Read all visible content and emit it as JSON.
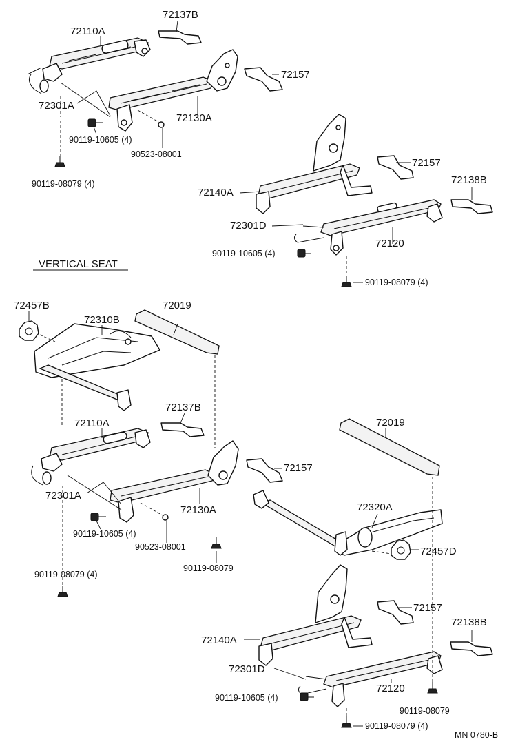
{
  "diagram": {
    "heading": "VERTICAL SEAT",
    "ref_code": "MN 0780-B",
    "labels": {
      "t_72137B": "72137B",
      "t_72110A": "72110A",
      "t_72157": "72157",
      "t_72301A": "72301A",
      "t_72130A": "72130A",
      "t_90119_10605": "90119-10605 (4)",
      "t_90523": "90523-08001",
      "t_90119_08079": "90119-08079 (4)",
      "t2_72157": "72157",
      "t2_72138B": "72138B",
      "t2_72140A": "72140A",
      "t2_72301D": "72301D",
      "t2_72120": "72120",
      "t2_90119_10605": "90119-10605 (4)",
      "t2_90119_08079": "90119-08079 (4)",
      "v_72457B": "72457B",
      "v_72310B": "72310B",
      "v_72019": "72019",
      "v_72137B": "72137B",
      "v_72110A": "72110A",
      "v_72157": "72157",
      "v_72301A": "72301A",
      "v_72130A": "72130A",
      "v_90119_10605": "90119-10605 (4)",
      "v_90523": "90523-08001",
      "v_90119_08079_4": "90119-08079 (4)",
      "v_90119_08079": "90119-08079",
      "v2_72019": "72019",
      "v2_72320A": "72320A",
      "v2_72457D": "72457D",
      "v2_72157": "72157",
      "v2_72138B": "72138B",
      "v2_72140A": "72140A",
      "v2_72301D": "72301D",
      "v2_72120": "72120",
      "v2_90119_10605": "90119-10605 (4)",
      "v2_90119_08079_a": "90119-08079",
      "v2_90119_08079_b": "90119-08079 (4)"
    }
  }
}
